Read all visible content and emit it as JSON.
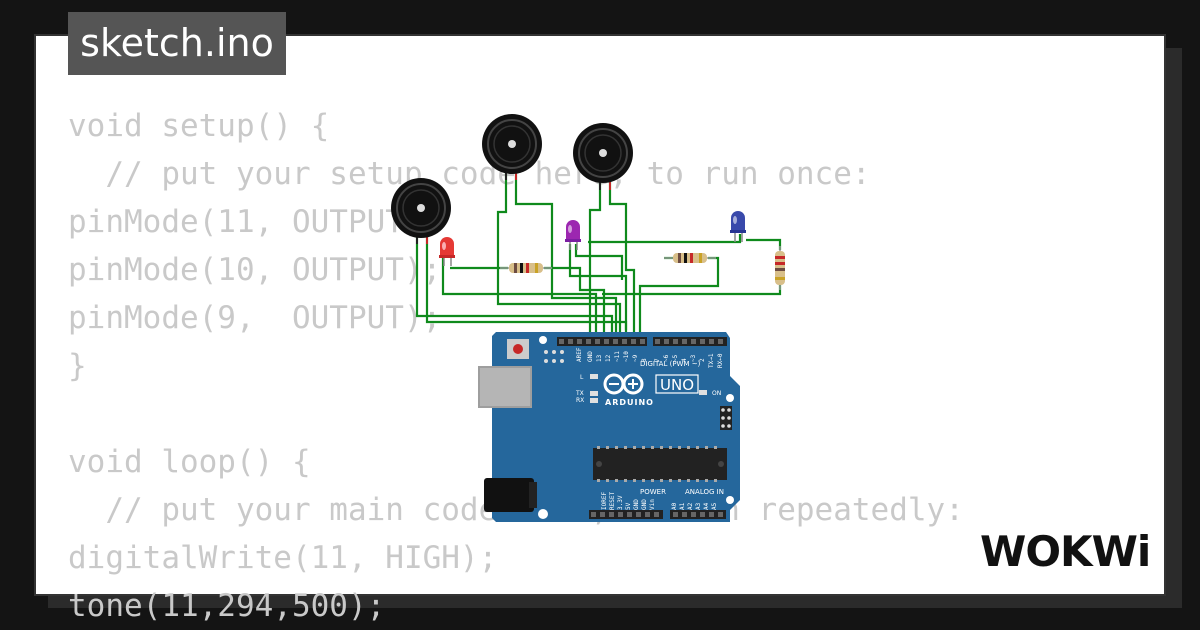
{
  "file_tab": {
    "label": "sketch.ino"
  },
  "code": {
    "lines": [
      "void setup() {",
      "  // put your setup code here, to run once:",
      "pinMode(11, OUTPUT);",
      "pinMode(10, OUTPUT);",
      "pinMode(9,  OUTPUT);",
      "}",
      "",
      "void loop() {",
      "  // put your main code here, to run repeatedly:",
      "digitalWrite(11, HIGH);",
      "tone(11,294,500);"
    ]
  },
  "board": {
    "model": "UNO",
    "brand": "ARDUINO",
    "digital_label": "DIGITAL (PWM ~)",
    "power_label": "POWER",
    "analog_label": "ANALOG IN",
    "on_label": "ON",
    "l_label": "L",
    "tx_label": "TX",
    "rx_label": "RX",
    "color": "#25679c"
  },
  "components": {
    "buzzers": 3,
    "leds": [
      "red",
      "purple",
      "blue"
    ],
    "resistors": 3,
    "wire_color": "#0f8a1c"
  },
  "brand_logo": {
    "text": "WOKWi"
  },
  "colors": {
    "background": "#141414",
    "panel": "#ffffff",
    "tab": "#555555",
    "code_text": "#c9c9c9"
  }
}
